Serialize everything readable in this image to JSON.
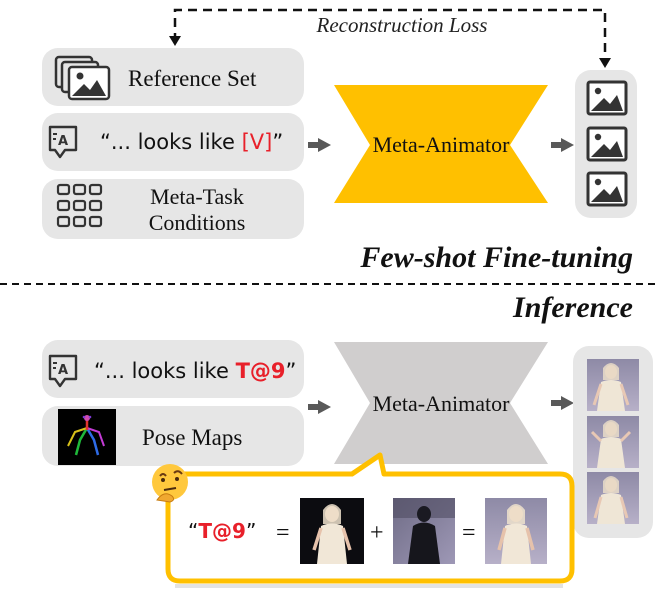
{
  "training": {
    "loss_label": "Reconstruction Loss",
    "reference_set_label": "Reference Set",
    "prompt": {
      "prefix": "“... looks like ",
      "token": "[V]",
      "suffix": "”"
    },
    "meta_task_line1": "Meta-Task",
    "meta_task_line2": "Conditions",
    "model_label": "Meta-Animator",
    "section_title": "Few-shot Fine-tuning"
  },
  "inference": {
    "section_title": "Inference",
    "prompt": {
      "prefix": "“... looks like ",
      "token": "T@9",
      "suffix": "”"
    },
    "pose_label": "Pose Maps",
    "model_label": "Meta-Animator",
    "equation": {
      "token_open": "“",
      "token": "T@9",
      "token_close": "”",
      "equals": "=",
      "plus": "+",
      "equals2": "="
    },
    "thinking_emoji": "🤔"
  },
  "colors": {
    "panel_gray": "#e6e6e6",
    "model_yellow": "#ffc000",
    "model_gray": "#d0cece",
    "token_red": "#e8202a",
    "arrow_dark": "#595959"
  }
}
